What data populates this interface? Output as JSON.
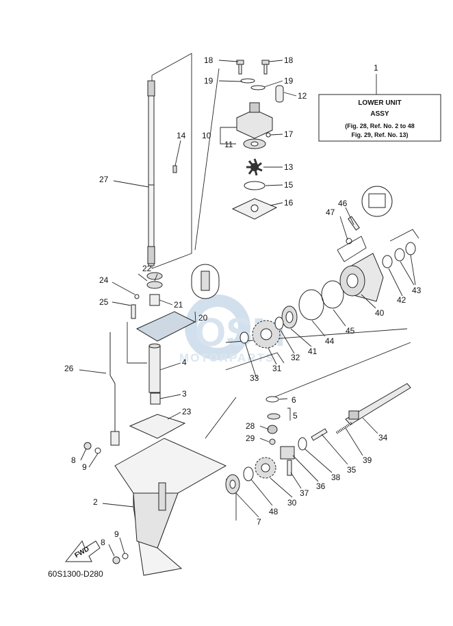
{
  "diagram": {
    "title_box": {
      "ref": "1",
      "line1": "LOWER UNIT",
      "line2": "ASSY",
      "line3": "(Fig. 28, Ref. No. 2 to 48",
      "line4": "Fig. 29, Ref. No. 13)"
    },
    "fwd_label": "FWD",
    "drawing_code": "60S1300-D280",
    "watermark": {
      "big": "OSM",
      "small": "MOTORPARTS"
    },
    "callouts": {
      "c2": "2",
      "c3": "3",
      "c4": "4",
      "c5": "5",
      "c6": "6",
      "c7": "7",
      "c8a": "8",
      "c8b": "8",
      "c9a": "9",
      "c9b": "9",
      "c10": "10",
      "c11": "11",
      "c12": "12",
      "c13": "13",
      "c14": "14",
      "c15": "15",
      "c16": "16",
      "c17": "17",
      "c18a": "18",
      "c18b": "18",
      "c19a": "19",
      "c19b": "19",
      "c20": "20",
      "c21": "21",
      "c22": "22",
      "c23": "23",
      "c24": "24",
      "c25": "25",
      "c26": "26",
      "c27": "27",
      "c28": "28",
      "c29": "29",
      "c30": "30",
      "c31": "31",
      "c32": "32",
      "c33": "33",
      "c34": "34",
      "c35": "35",
      "c36": "36",
      "c37": "37",
      "c38": "38",
      "c39": "39",
      "c40": "40",
      "c41": "41",
      "c42": "42",
      "c43": "43",
      "c44": "44",
      "c45": "45",
      "c46": "46",
      "c47": "47",
      "c48": "48"
    }
  }
}
